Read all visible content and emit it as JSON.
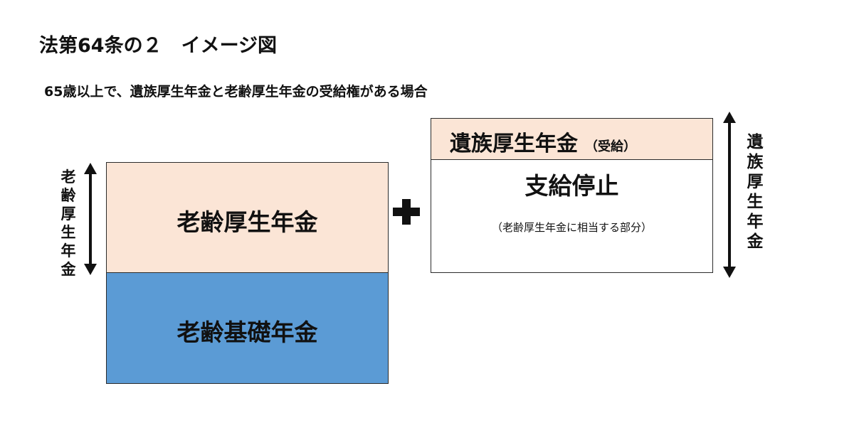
{
  "title": "法第64条の２　イメージ図",
  "subtitle": "65歳以上で、遺族厚生年金と老齢厚生年金の受給権がある場合",
  "left_stack": {
    "upper_label": "老齢厚生年金",
    "lower_label": "老齢基礎年金",
    "side_label": "老齢厚生年金"
  },
  "right_stack": {
    "header_main": "遺族厚生年金",
    "header_sub": "（受給）",
    "body_title": "支給停止",
    "body_note": "（老齢厚生年金に相当する部分）",
    "side_label": "遺族厚生年金"
  },
  "colors": {
    "peach": "#fbe5d6",
    "blue": "#5b9bd5",
    "border": "#2b2b2b",
    "text": "#111111"
  },
  "icons": [
    "plus-icon",
    "double-arrow-icon"
  ]
}
